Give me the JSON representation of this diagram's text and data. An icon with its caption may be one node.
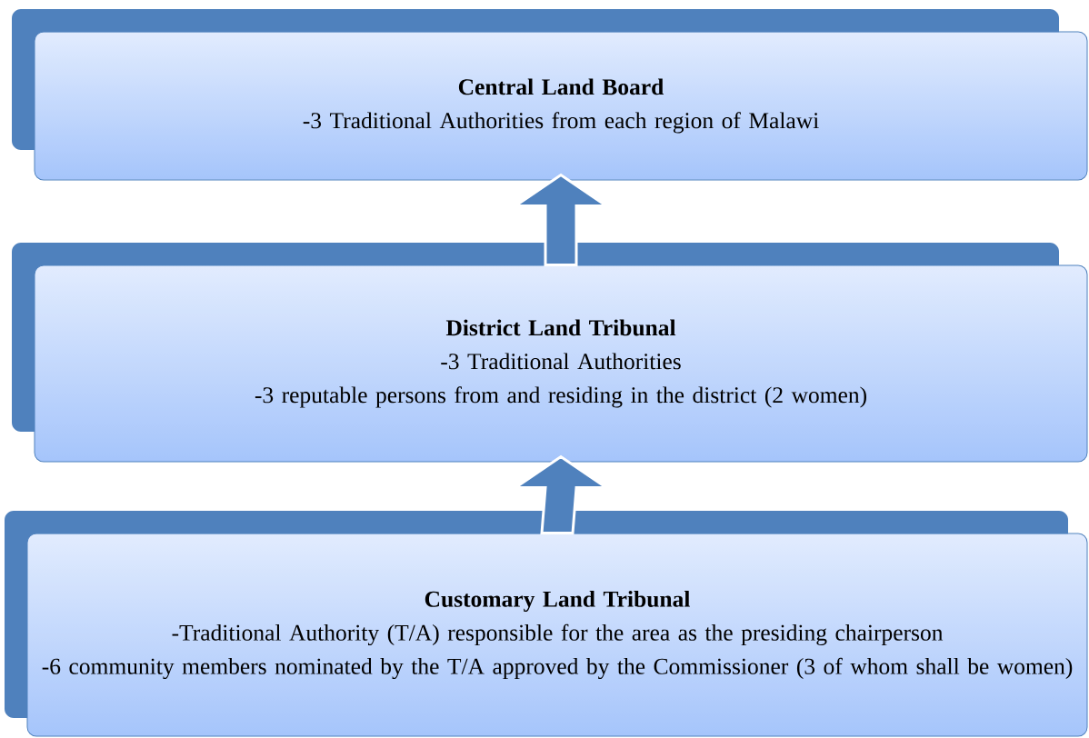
{
  "diagram": {
    "nodes": [
      {
        "text": [
          "Central Land Board",
          "-3 Traditional Authorities from each region of Malawi"
        ]
      },
      {
        "text": [
          "District Land Tribunal",
          "-3 Traditional Authorities",
          "-3 reputable persons from and residing in the district (2 women)"
        ]
      },
      {
        "text": [
          "Customary Land Tribunal",
          "-Traditional Authority (T/A) responsible for the area as the presiding chairperson",
          "-6 community members nominated by the T/A approved by the Commissioner (3 of whom shall be women)"
        ]
      }
    ],
    "edges": [
      {
        "from": 1,
        "to": 0,
        "arrow": "to"
      },
      {
        "from": 2,
        "to": 1,
        "arrow": "to"
      }
    ]
  }
}
